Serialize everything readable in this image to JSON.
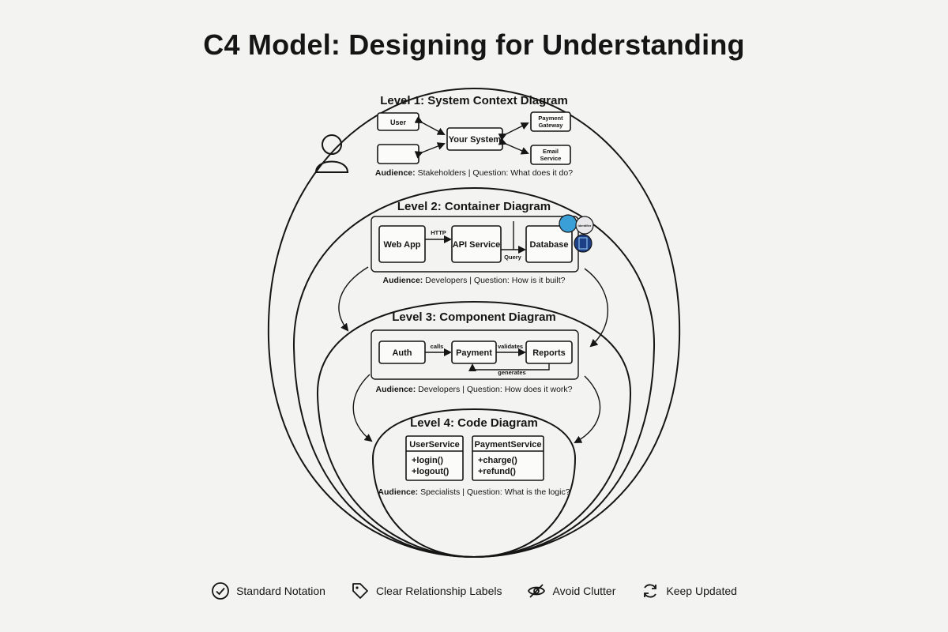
{
  "title": "C4 Model: Designing for Understanding",
  "levels": [
    {
      "heading": "Level 1: System Context Diagram",
      "boxes": {
        "user": "User",
        "system": "Your System",
        "payment1": "Payment",
        "payment2": "Gateway",
        "email1": "Email",
        "email2": "Service"
      },
      "audience_label": "Audience:",
      "audience_rest": " Stakeholders | Question: What does it do?"
    },
    {
      "heading": "Level 2: Container Diagram",
      "boxes": {
        "webapp": "Web App",
        "api": "API Service",
        "db": "Database",
        "http": "HTTP",
        "query": "Query",
        "logo_text": "Identifier"
      },
      "audience_label": "Audience:",
      "audience_rest": " Developers | Question: How is it built?"
    },
    {
      "heading": "Level 3: Component Diagram",
      "boxes": {
        "auth": "Auth",
        "payment": "Payment",
        "reports": "Reports",
        "calls": "calls",
        "validates": "validates",
        "generates": "generates"
      },
      "audience_label": "Audience:",
      "audience_rest": " Developers | Question: How does it work?"
    },
    {
      "heading": "Level 4: Code Diagram",
      "classes": [
        {
          "name": "UserService",
          "methods": [
            "+login()",
            "+logout()"
          ]
        },
        {
          "name": "PaymentService",
          "methods": [
            "+charge()",
            "+refund()"
          ]
        }
      ],
      "audience_label": "Audience:",
      "audience_rest": " Specialists | Question: What is the logic?"
    }
  ],
  "legend": [
    {
      "icon": "check-circle-icon",
      "label": "Standard Notation"
    },
    {
      "icon": "tag-icon",
      "label": "Clear Relationship Labels"
    },
    {
      "icon": "eye-off-icon",
      "label": "Avoid Clutter"
    },
    {
      "icon": "refresh-icon",
      "label": "Keep Updated"
    }
  ]
}
